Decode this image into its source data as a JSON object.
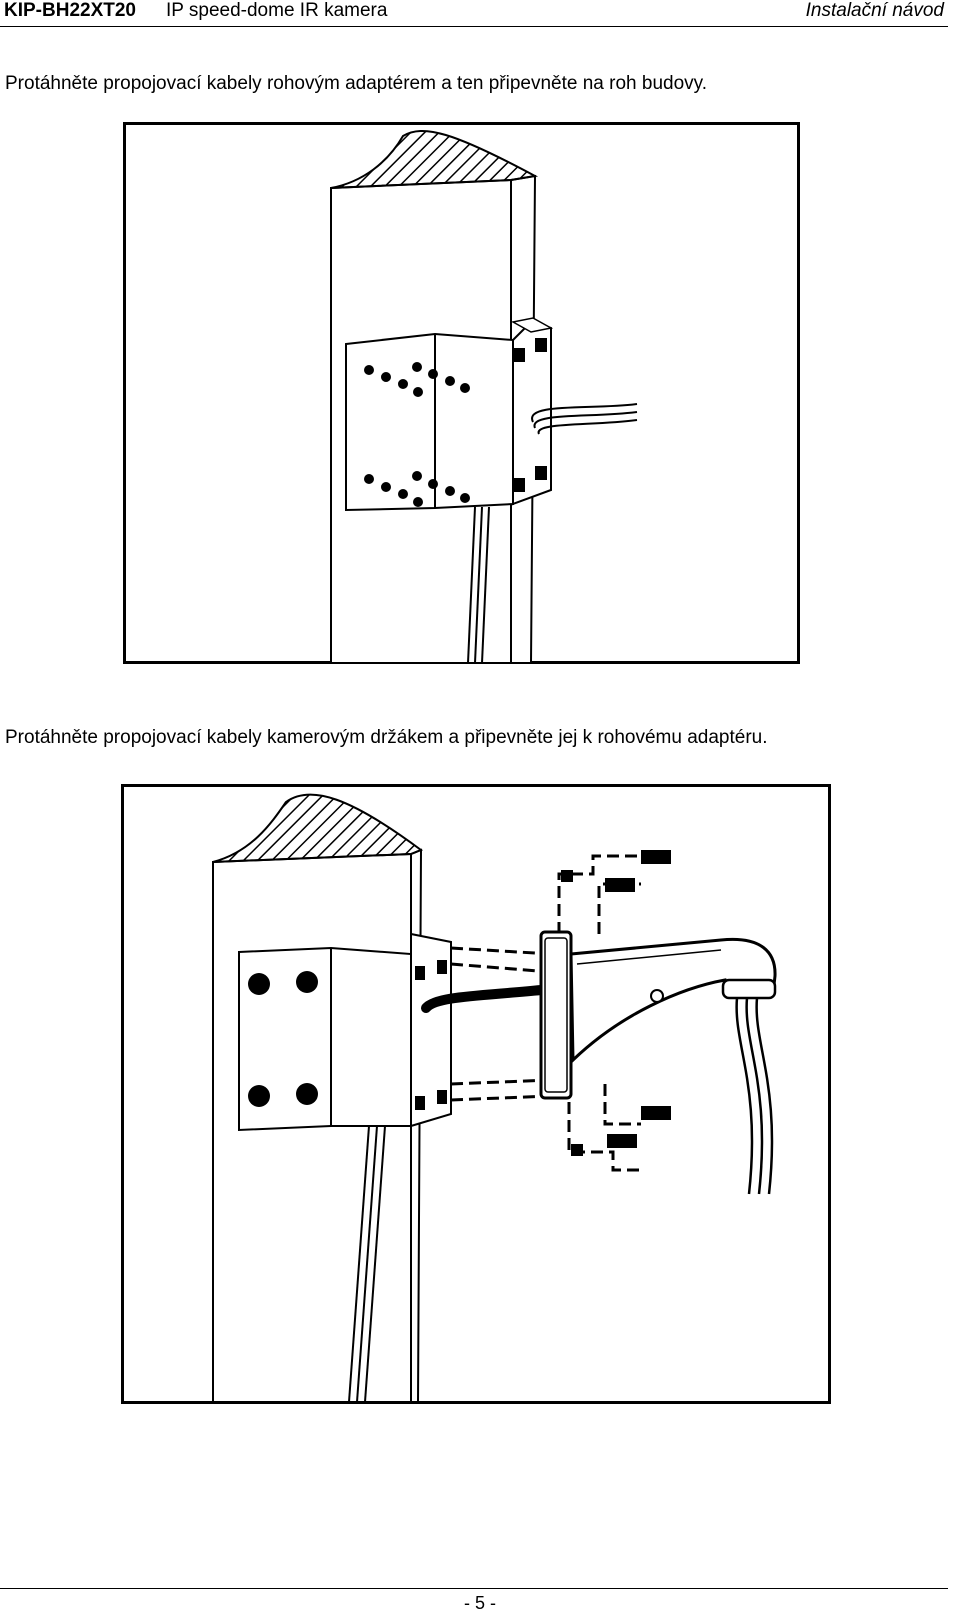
{
  "header": {
    "model": "KIP-BH22XT20",
    "product": "IP speed-dome IR kamera",
    "doc_type": "Instalační návod"
  },
  "steps": [
    {
      "caption": "Protáhněte propojovací kabely rohovým adaptérem a ten připevněte na roh budovy."
    },
    {
      "caption": "Protáhněte propojovací kabely kamerovým držákem a připevněte jej k rohovému adaptéru."
    }
  ],
  "footer": {
    "page": "- 5 -"
  }
}
